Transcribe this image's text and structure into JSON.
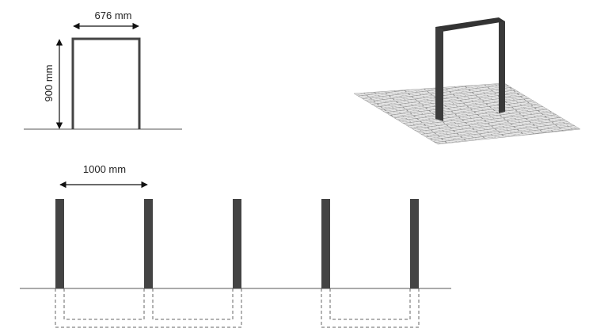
{
  "front_view": {
    "width_label": "676 mm",
    "height_label": "900 mm"
  },
  "spacing_view": {
    "spacing_label": "1000 mm"
  },
  "colors": {
    "post": "#444444",
    "line": "#555555",
    "pavers": "#e6e6e6",
    "paver_joints": "#777777"
  }
}
